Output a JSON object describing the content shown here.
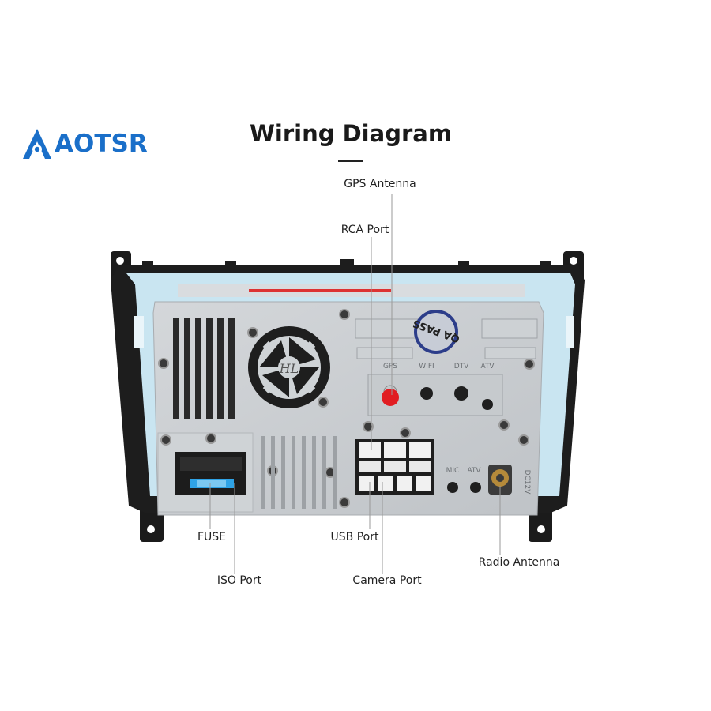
{
  "brand": {
    "name": "AOTSR",
    "logo_icon": "location-pin-A-icon",
    "color": "#1a6fc9"
  },
  "title": "Wiring Diagram",
  "device": {
    "panel_labels": [
      "GPS",
      "WIFI",
      "DTV",
      "ATV"
    ],
    "lower_labels": [
      "MIC",
      "ATV"
    ],
    "fan_logo": "HL",
    "sticker": "QA PASS",
    "side_text": "DC12V"
  },
  "callouts": [
    {
      "id": "gps",
      "label": "GPS Antenna"
    },
    {
      "id": "rca",
      "label": "RCA Port"
    },
    {
      "id": "fuse",
      "label": "FUSE"
    },
    {
      "id": "iso",
      "label": "ISO Port"
    },
    {
      "id": "usb",
      "label": "USB Port"
    },
    {
      "id": "camera",
      "label": "Camera Port"
    },
    {
      "id": "radio",
      "label": "Radio Antenna"
    }
  ]
}
